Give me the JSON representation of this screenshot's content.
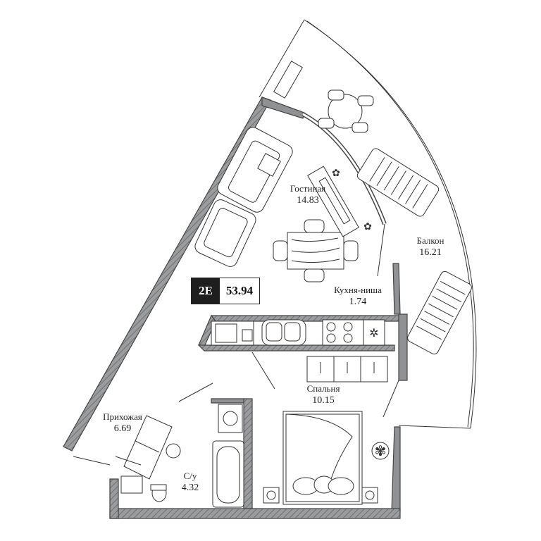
{
  "badge": {
    "type": "2E",
    "area": "53.94"
  },
  "rooms": [
    {
      "id": "living",
      "name": "Гостиная",
      "area": "14.83"
    },
    {
      "id": "balcony",
      "name": "Балкон",
      "area": "16.21"
    },
    {
      "id": "kitchen",
      "name": "Кухня-ниша",
      "area": "1.74"
    },
    {
      "id": "bedroom",
      "name": "Спальня",
      "area": "10.15"
    },
    {
      "id": "hallway",
      "name": "Прихожая",
      "area": "6.69"
    },
    {
      "id": "bathroom",
      "name": "С/у",
      "area": "4.32"
    }
  ]
}
